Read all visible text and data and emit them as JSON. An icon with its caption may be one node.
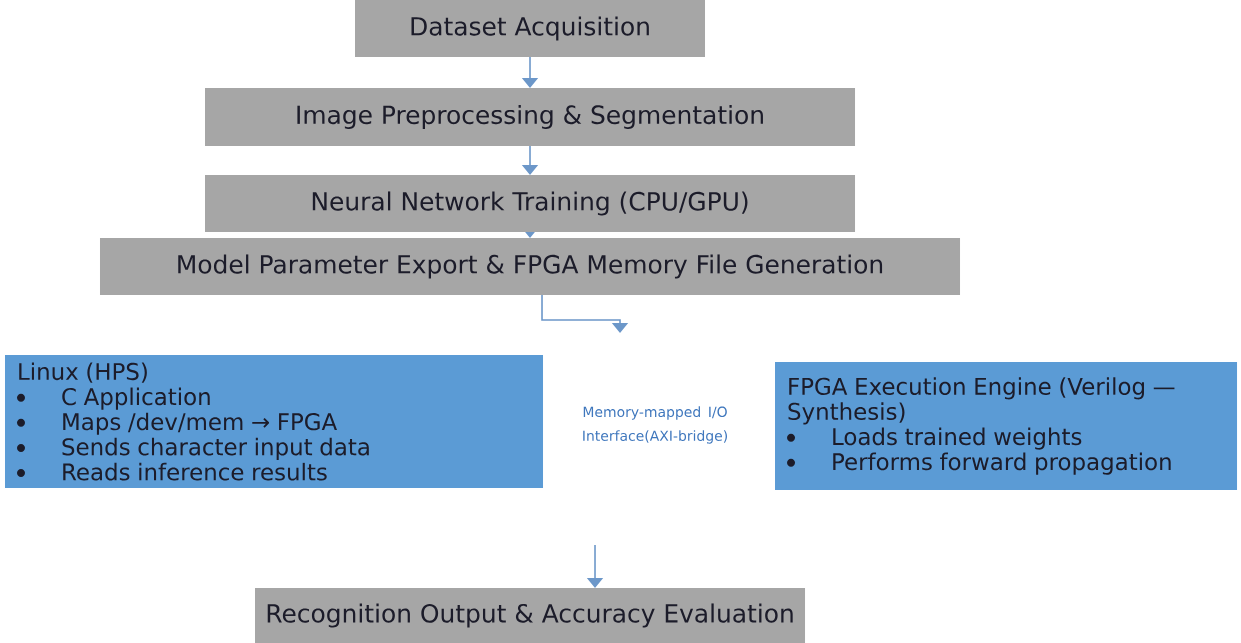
{
  "diagram": {
    "nodes": [
      {
        "text": [
          "Dataset Acquisition"
        ]
      },
      {
        "text": [
          "Image Preprocessing & Segmentation"
        ]
      },
      {
        "text": [
          "Neural Network Training (CPU/GPU)"
        ]
      },
      {
        "text": [
          "Model Parameter Export & FPGA Memory File Generation"
        ]
      },
      {
        "text": [
          "Linux (HPS)",
          "C Application",
          "Maps /dev/mem → FPGA",
          "Sends character input data",
          "Reads inference results"
        ]
      },
      {
        "text": [
          "FPGA Execution Engine (Verilog — Synthesis)",
          "Loads trained weights",
          "Performs forward propagation"
        ]
      },
      {
        "text": [
          "Recognition Output & Accuracy Evaluation"
        ]
      }
    ],
    "edges": [
      {
        "from": 0,
        "to": 1,
        "arrow": "to"
      },
      {
        "from": 1,
        "to": 2,
        "arrow": "to"
      },
      {
        "from": 2,
        "to": 3,
        "arrow": "to"
      },
      {
        "from": 3,
        "to": null,
        "arrow": "to"
      },
      {
        "from": null,
        "to": 6,
        "arrow": "to"
      }
    ],
    "labels": [
      "Memory-mapped I/O Interface(AXI-bridge)"
    ]
  }
}
